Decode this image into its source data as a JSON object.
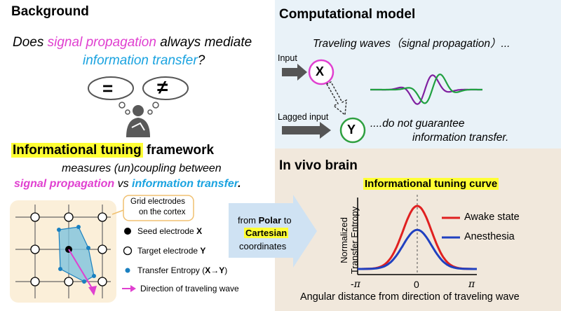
{
  "background": {
    "title": "Background",
    "question_part1": "Does ",
    "question_pink": "signal propagation",
    "question_part2": " always mediate",
    "question_cyan": "information transfer",
    "question_end": "?",
    "bubble_equal": "=",
    "bubble_notequal": "≠"
  },
  "framework": {
    "title_highlight": "Informational tuning",
    "title_rest": " framework",
    "line1": "measures (un)coupling between",
    "pink_text": "signal propagation",
    "vs": " vs ",
    "cyan_text": "information transfer",
    "end": "."
  },
  "grid": {
    "callout_line1": "Grid electrodes",
    "callout_line2": "on the cortex",
    "legend": [
      {
        "label": "Seed electrode ",
        "bold": "X"
      },
      {
        "label": "Target electrode ",
        "bold": "Y"
      },
      {
        "label": "Transfer Entropy (",
        "bold": "X→Y",
        "after": ")"
      },
      {
        "label": "Direction of traveling wave",
        "bold": ""
      }
    ]
  },
  "conversion": {
    "from": "from ",
    "polar": "Polar",
    "to": " to",
    "cartesian": "Cartesian",
    "coords": "coordinates"
  },
  "model": {
    "title": "Computational model",
    "waves_text": "Traveling waves（signal propagation）...",
    "input_label": "Input",
    "lagged_label": "Lagged input",
    "node_x": "X",
    "node_y": "Y",
    "line1": "....do not guarantee",
    "line2": "information transfer."
  },
  "vivo": {
    "title": "In vivo brain",
    "curve_title": "Informational tuning curve",
    "ylabel_line1": "Normalized",
    "ylabel_line2": "Transfer Entropy",
    "xtick_neg": "-π",
    "xtick_zero": "0",
    "xtick_pos": "π",
    "xlabel": "Angular distance from direction of traveling wave"
  },
  "colors": {
    "model_bg": "#e9f2f8",
    "vivo_bg": "#f1e8dc",
    "grid_bg": "#fbefd9",
    "awake": "#e02020",
    "anesthesia": "#2040c0",
    "magenta": "#e040d0",
    "cyan": "#1aa3e0",
    "purple": "#8020a0",
    "green": "#20a040"
  },
  "chart_data": {
    "type": "line",
    "x_domain": [
      -3.14159,
      3.14159
    ],
    "xlabel": "Angular distance from direction of traveling wave",
    "ylabel": "Normalized Transfer Entropy",
    "title": "Informational tuning curve",
    "series": [
      {
        "name": "Awake state",
        "color": "#e02020",
        "peak": 1.0,
        "baseline": 0.0,
        "width": 0.75
      },
      {
        "name": "Anesthesia",
        "color": "#2040c0",
        "peak": 0.62,
        "baseline": 0.0,
        "width": 0.75
      }
    ]
  }
}
